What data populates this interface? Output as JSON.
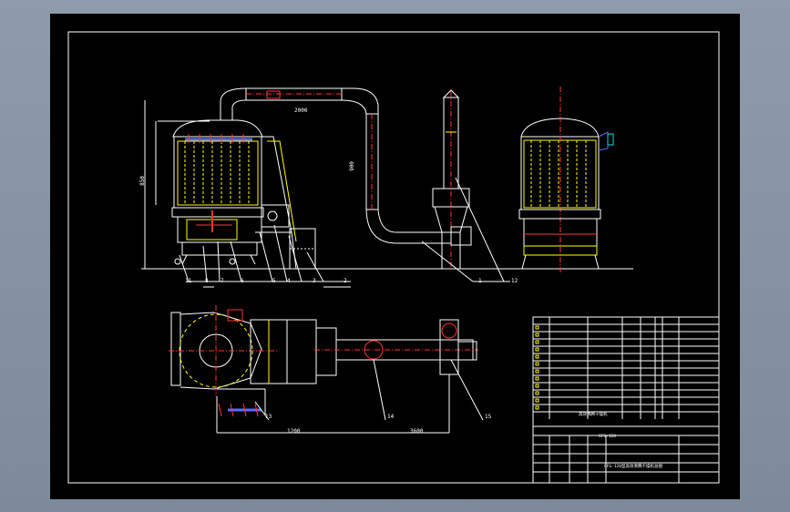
{
  "drawing": {
    "part_labels": [
      "11",
      "8",
      "7",
      "6",
      "5",
      "4",
      "3",
      "2",
      "1",
      "12"
    ],
    "plan_labels": [
      "13",
      "14",
      "15"
    ],
    "dims": {
      "height": "850",
      "top_duct": "2000",
      "riser": "900",
      "plan_left": "1200",
      "plan_total": "3600"
    }
  },
  "title_block": {
    "drawing_title": "GFG-120型高效沸腾干燥机总图",
    "small_title": "高效沸腾干燥机",
    "code": "GFG-120"
  },
  "colors": {
    "sheet": "#000000",
    "line": "#ffffff",
    "yellow": "#ffff00",
    "red": "#ff3030",
    "blue": "#5a6bff",
    "cyan": "#00e0e0"
  }
}
